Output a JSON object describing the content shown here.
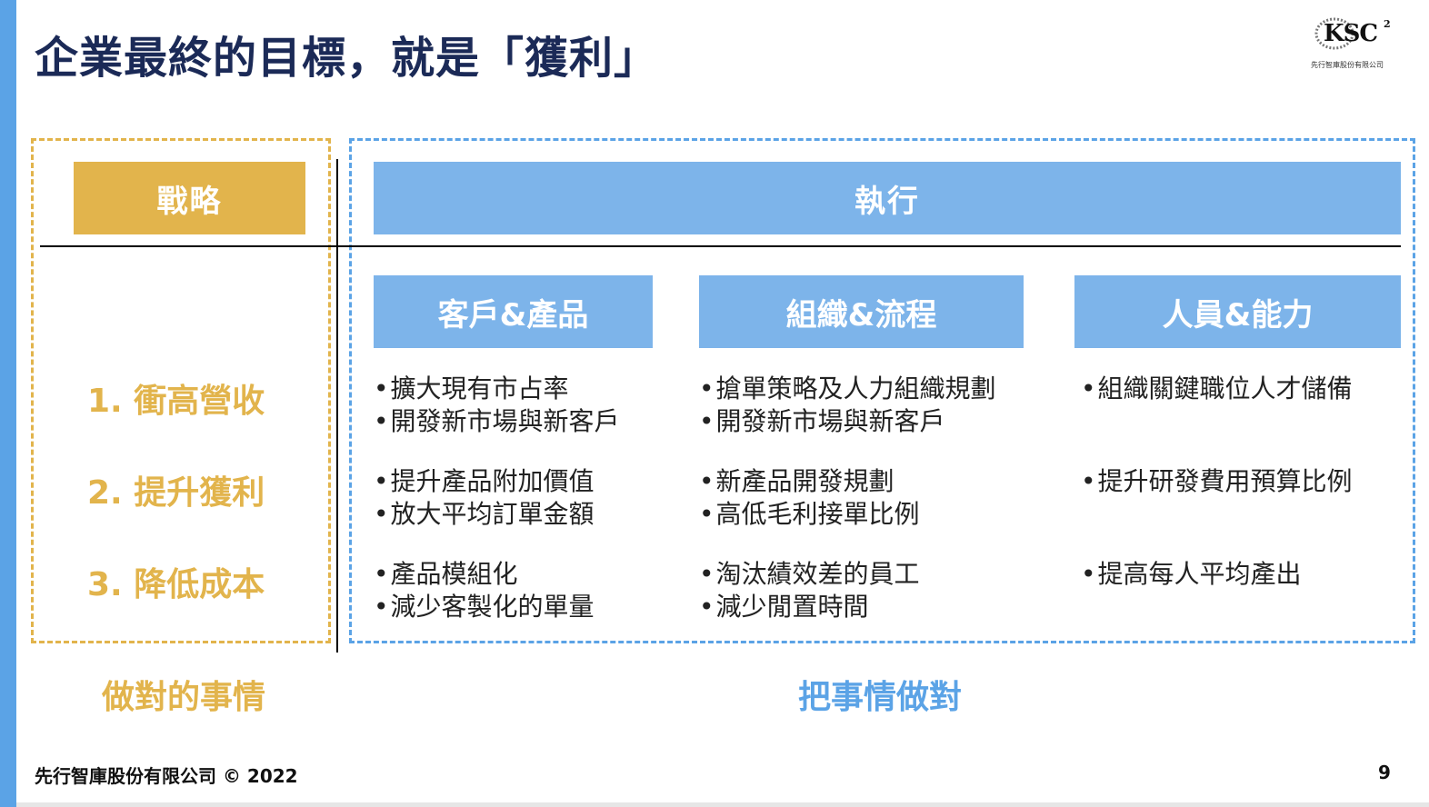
{
  "title": "企業最終的目標，就是「獲利」",
  "logo": {
    "text": "KSC",
    "superscript": "2",
    "subtitle": "先行智庫股份有限公司"
  },
  "strategy": {
    "header": "戰略",
    "items": [
      "1. 衝高營收",
      "2. 提升獲利",
      "3. 降低成本"
    ]
  },
  "execution": {
    "header": "執行",
    "columns": [
      {
        "header": "客戶&產品",
        "groups": [
          [
            "擴大現有市占率",
            "開發新市場與新客戶"
          ],
          [
            "提升產品附加價值",
            "放大平均訂單金額"
          ],
          [
            "產品模組化",
            "減少客製化的單量"
          ]
        ]
      },
      {
        "header": "組織&流程",
        "groups": [
          [
            "搶單策略及人力組織規劃",
            "開發新市場與新客戶"
          ],
          [
            "新產品開發規劃",
            "高低毛利接單比例"
          ],
          [
            "淘汰績效差的員工",
            "減少閒置時間"
          ]
        ]
      },
      {
        "header": "人員&能力",
        "groups": [
          [
            "組織關鍵職位人才儲備"
          ],
          [
            "提升研發費用預算比例"
          ],
          [
            "提高每人平均產出"
          ]
        ]
      }
    ]
  },
  "labels": {
    "left": "做對的事情",
    "right": "把事情做對"
  },
  "footer": {
    "copyright": "先行智庫股份有限公司 © 2022",
    "page": "9"
  },
  "colors": {
    "gold": "#e2b44c",
    "blue": "#7db4ea",
    "accent_blue": "#5ba3e6",
    "title": "#1b2a57"
  }
}
